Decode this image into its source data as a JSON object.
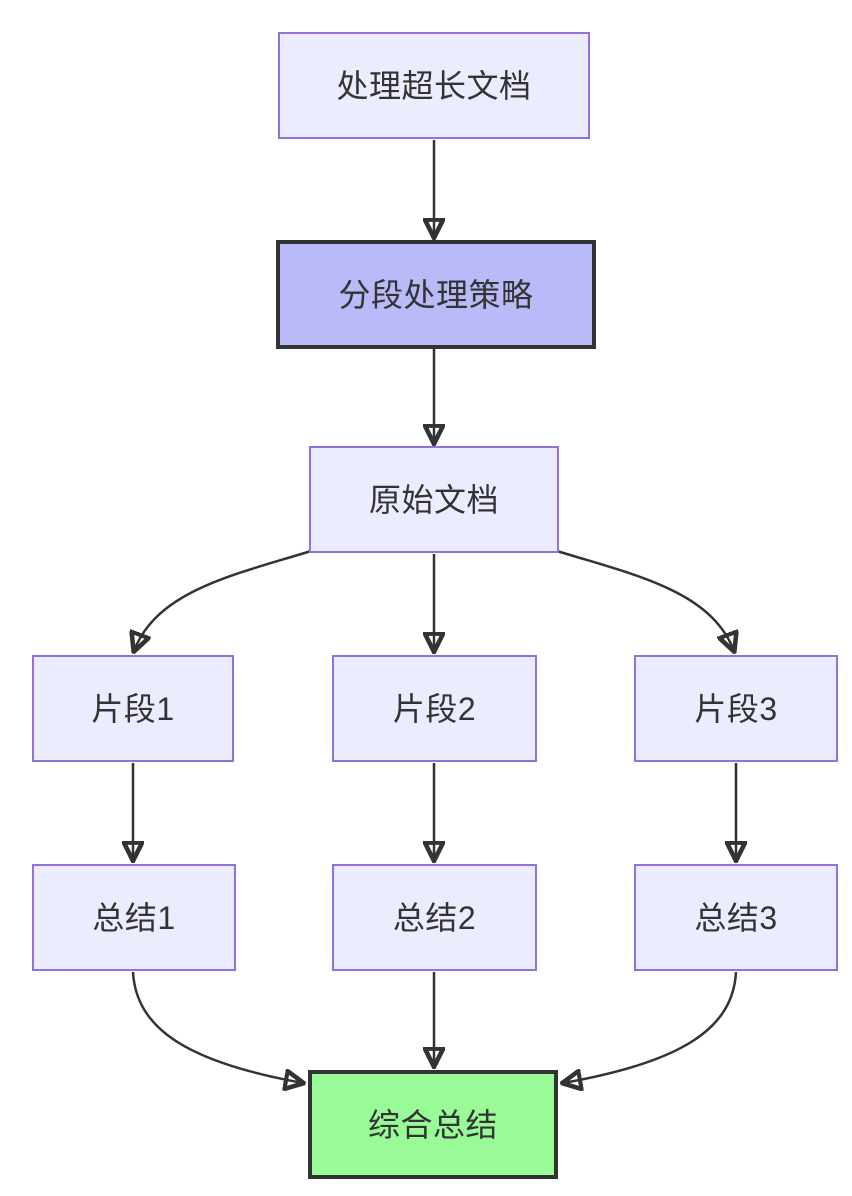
{
  "diagram": {
    "type": "flowchart",
    "direction": "top-down",
    "nodes": [
      {
        "id": "A",
        "label": "处理超长文档",
        "style": "default"
      },
      {
        "id": "B",
        "label": "分段处理策略",
        "style": "emphasis"
      },
      {
        "id": "C",
        "label": "原始文档",
        "style": "default"
      },
      {
        "id": "D1",
        "label": "片段1",
        "style": "default"
      },
      {
        "id": "D2",
        "label": "片段2",
        "style": "default"
      },
      {
        "id": "D3",
        "label": "片段3",
        "style": "default"
      },
      {
        "id": "E1",
        "label": "总结1",
        "style": "default"
      },
      {
        "id": "E2",
        "label": "总结2",
        "style": "default"
      },
      {
        "id": "E3",
        "label": "总结3",
        "style": "default"
      },
      {
        "id": "F",
        "label": "综合总结",
        "style": "result"
      }
    ],
    "edges": [
      {
        "from": "A",
        "to": "B"
      },
      {
        "from": "B",
        "to": "C"
      },
      {
        "from": "C",
        "to": "D1"
      },
      {
        "from": "C",
        "to": "D2"
      },
      {
        "from": "C",
        "to": "D3"
      },
      {
        "from": "D1",
        "to": "E1"
      },
      {
        "from": "D2",
        "to": "E2"
      },
      {
        "from": "D3",
        "to": "E3"
      },
      {
        "from": "E1",
        "to": "F"
      },
      {
        "from": "E2",
        "to": "F"
      },
      {
        "from": "E3",
        "to": "F"
      }
    ],
    "colors": {
      "background": "#FFFFFF",
      "node_fill": "#ECECFF",
      "node_border": "#9370DB",
      "emphasis_fill": "#BABAF8",
      "emphasis_border": "#333333",
      "result_fill": "#98FB98",
      "result_border": "#333333",
      "edge": "#333333",
      "text": "#333333"
    }
  }
}
